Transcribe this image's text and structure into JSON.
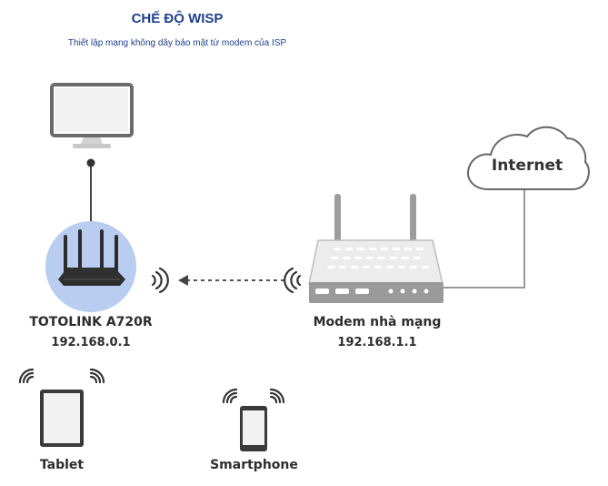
{
  "header": {
    "title": "CHẾ ĐỘ WISP",
    "subtitle": "Thiết lập mạng không dây bảo mật từ modem của ISP"
  },
  "devices": {
    "router": {
      "name": "TOTOLINK A720R",
      "ip": "192.168.0.1"
    },
    "modem": {
      "name": "Modem nhà mạng",
      "ip": "192.168.1.1"
    },
    "internet": {
      "label": "Internet"
    },
    "tablet": {
      "label": "Tablet"
    },
    "smartphone": {
      "label": "Smartphone"
    }
  },
  "colors": {
    "title": "#1f3f8c",
    "router_circle": "#b9cdf0",
    "line": "#9a9a9a",
    "device_dark": "#3a3a3a",
    "label": "#2d2d2d"
  },
  "icons": [
    "monitor-icon",
    "router-icon",
    "modem-icon",
    "cloud-icon",
    "tablet-icon",
    "smartphone-icon",
    "wifi-signal-icon"
  ]
}
